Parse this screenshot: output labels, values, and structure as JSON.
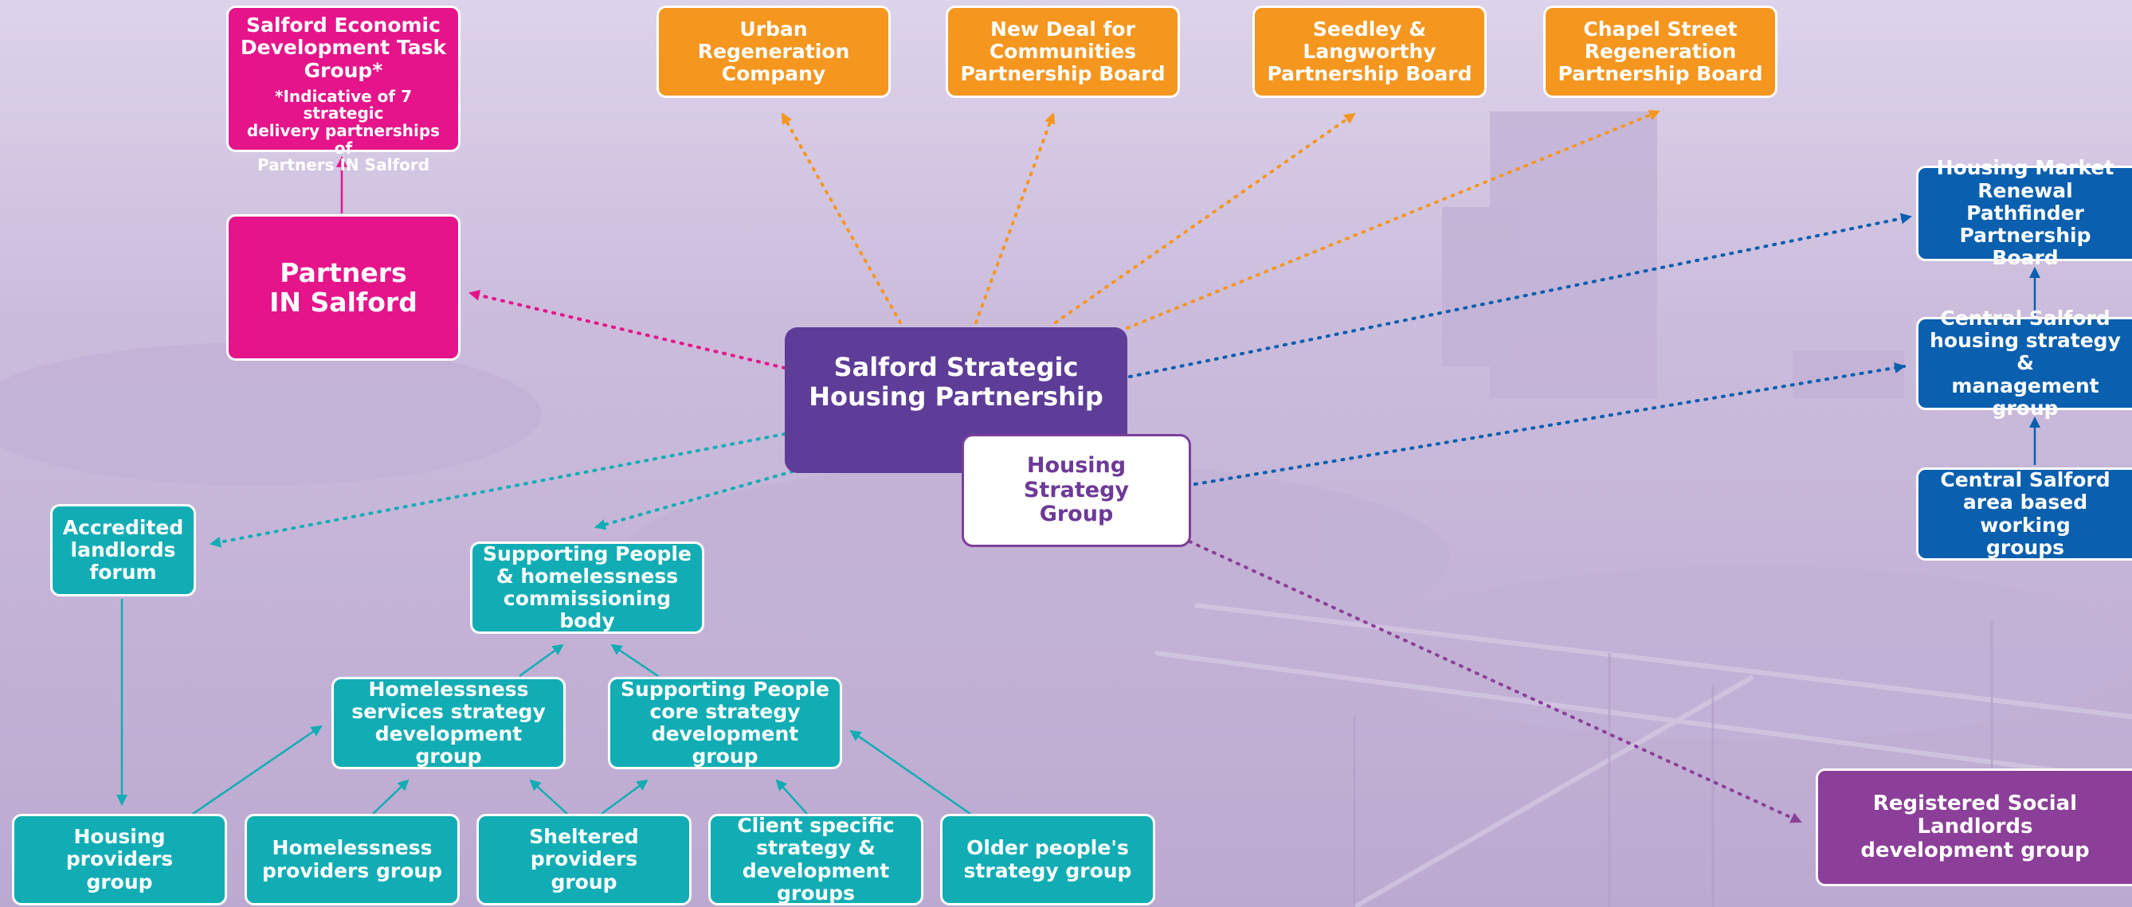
{
  "colors": {
    "teal": "#12adb4",
    "orange": "#f5961f",
    "magenta": "#e5148a",
    "blue": "#0a5fae",
    "purple": "#8b3f98",
    "violet": "#5e3d98",
    "background": "#cfc1de"
  },
  "nodes": {
    "salford_economic": {
      "title": "Salford Economic\nDevelopment Task\nGroup*",
      "note": "*Indicative of 7 strategic\ndelivery partnerships of\nPartners IN Salford"
    },
    "partners_in_salford": "Partners\nIN Salford",
    "urban_regeneration": "Urban Regeneration\nCompany",
    "new_deal": "New Deal for\nCommunities\nPartnership Board",
    "seedley_langworthy": "Seedley & Langworthy\nPartnership Board",
    "chapel_street": "Chapel Street\nRegeneration\nPartnership Board",
    "sshp": "Salford Strategic\nHousing Partnership",
    "housing_strategy_group": "Housing\nStrategy\nGroup",
    "hmr_pathfinder": "Housing Market\nRenewal Pathfinder\nPartnership Board",
    "central_salford_strategy": "Central Salford\nhousing strategy &\nmanagement group",
    "central_salford_area": "Central Salford\narea based working\ngroups",
    "rsl_development": "Registered Social Landlords\ndevelopment group",
    "accredited_landlords": "Accredited\nlandlords\nforum",
    "supporting_people_commissioning": "Supporting People\n& homelessness\ncommissioning body",
    "homelessness_services": "Homelessness\nservices strategy\ndevelopment group",
    "supporting_people_core": "Supporting People\ncore strategy\ndevelopment group",
    "housing_providers": "Housing providers\ngroup",
    "homelessness_providers": "Homelessness\nproviders group",
    "sheltered_providers": "Sheltered providers\ngroup",
    "client_specific": "Client specific\nstrategy &\ndevelopment groups",
    "older_people": "Older people's\nstrategy group"
  }
}
